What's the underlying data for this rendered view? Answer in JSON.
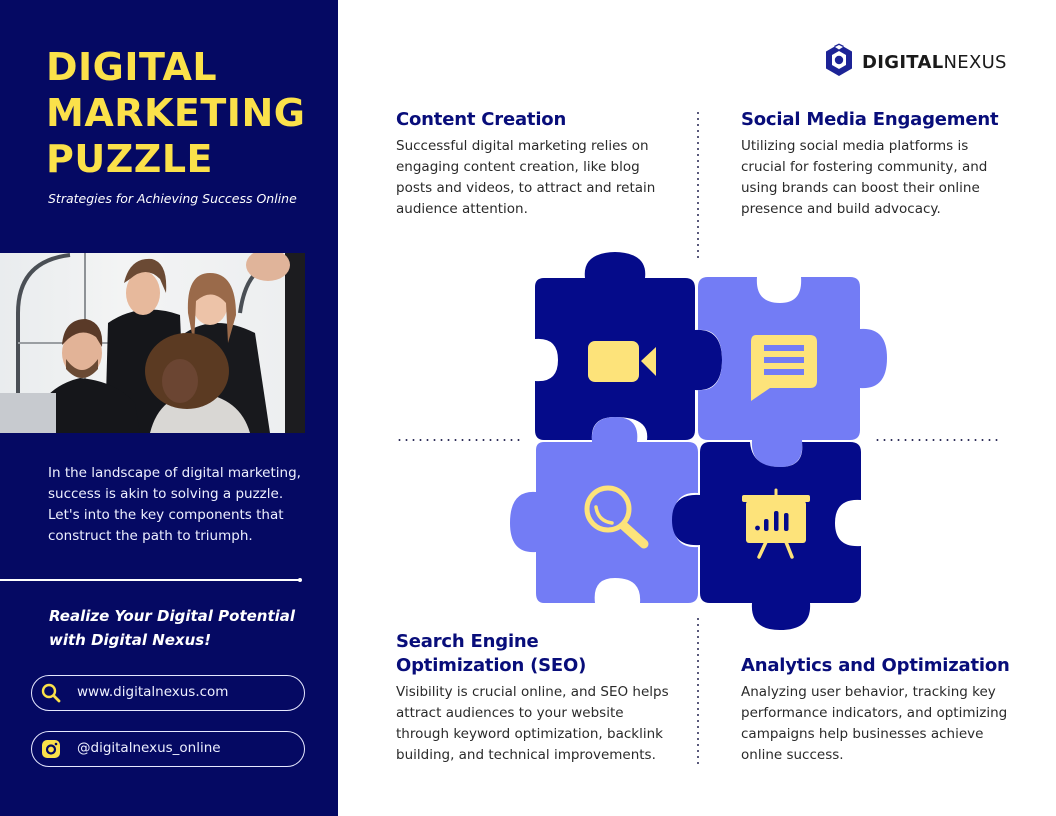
{
  "sidebar": {
    "title_lines": [
      "DIGITAL",
      "MARKETING",
      "PUZZLE"
    ],
    "subtitle": "Strategies for Achieving Success Online",
    "photo_alt": "Team of four people looking at a laptop",
    "intro": "In the landscape of digital marketing, success is akin to solving a puzzle. Let's into the key components that construct the path to triumph.",
    "cta_lines": [
      "Realize Your Digital Potential",
      "with Digital Nexus!"
    ],
    "contacts": [
      {
        "icon": "search-icon",
        "text": "www.digitalnexus.com"
      },
      {
        "icon": "instagram-icon",
        "text": "@digitalnexus_online"
      }
    ]
  },
  "logo": {
    "bold": "DIGITAL",
    "light": "NEXUS",
    "icon": "hexagon-cube-icon"
  },
  "sections": [
    {
      "title": "Content Creation",
      "body": "Successful digital marketing relies on engaging content creation, like blog posts and videos, to attract and retain audience attention.",
      "icon": "video-camera-icon"
    },
    {
      "title": "Social Media Engagement",
      "body": "Utilizing social media platforms is crucial for fostering community, and using brands can boost their online presence and build advocacy.",
      "icon": "chat-message-icon"
    },
    {
      "title": "Search Engine Optimization (SEO)",
      "title_lines": [
        "Search Engine",
        "Optimization (SEO)"
      ],
      "body": "Visibility is crucial online, and SEO helps attract audiences to your website through keyword optimization, backlink building, and technical improvements.",
      "icon": "magnifier-icon"
    },
    {
      "title": "Analytics and Optimization",
      "body": "Analyzing user behavior, tracking key performance indicators, and optimizing campaigns help businesses achieve online success.",
      "icon": "presentation-chart-icon"
    }
  ],
  "colors": {
    "sidebar_bg": "#050963",
    "accent_yellow": "#fbe14a",
    "puzzle_dark": "#050b8a",
    "puzzle_light": "#737cf5",
    "icon_yellow": "#fde37a",
    "heading_blue": "#080d7a"
  }
}
